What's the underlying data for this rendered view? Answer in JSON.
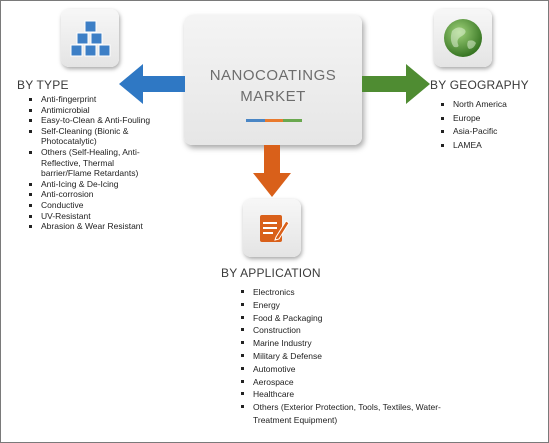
{
  "center": {
    "line1": "NANOCOATINGS",
    "line2": "MARKET",
    "bar_colors": [
      "#4a86c5",
      "#e97a2e",
      "#6aa84f"
    ]
  },
  "type": {
    "heading": "BY TYPE",
    "items": [
      "Anti-fingerprint",
      "Antimicrobial",
      "Easy-to-Clean & Anti-Fouling",
      "Self-Cleaning (Bionic & Photocatalytic)",
      "Others (Self-Healing, Anti-Reflective, Thermal barrier/Flame Retardants)",
      "Anti-Icing & De-Icing",
      "Anti-corrosion",
      "Conductive",
      "UV-Resistant",
      "Abrasion & Wear Resistant"
    ]
  },
  "geography": {
    "heading": "BY GEOGRAPHY",
    "items": [
      "North America",
      "Europe",
      "Asia-Pacific",
      "LAMEA"
    ]
  },
  "application": {
    "heading": "BY APPLICATION",
    "items": [
      "Electronics",
      "Energy",
      "Food & Packaging",
      "Construction",
      "Marine Industry",
      "Military & Defense",
      "Automotive",
      "Aerospace",
      "Healthcare",
      "Others (Exterior Protection, Tools, Textiles, Water-Treatment Equipment)"
    ]
  },
  "colors": {
    "type_arrow": "#2f78c4",
    "geo_arrow": "#4f8c32",
    "app_arrow": "#d9601a",
    "cubes": "#3d7fc6"
  },
  "icons": {
    "type": "cubes-icon",
    "geography": "globe-icon",
    "application": "document-pencil-icon"
  }
}
